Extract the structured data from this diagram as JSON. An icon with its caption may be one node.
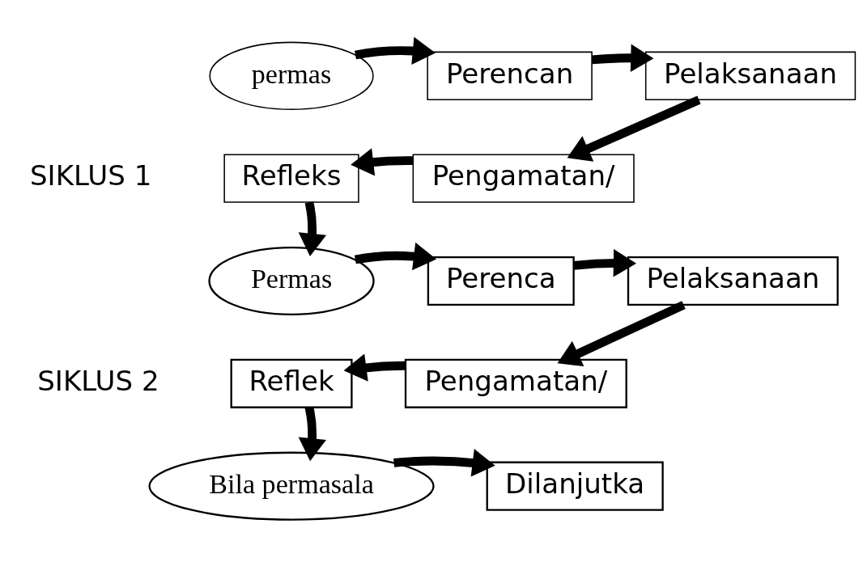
{
  "diagram": {
    "nodes": [
      {
        "text": [
          "permas"
        ]
      },
      {
        "text": [
          "Perencan"
        ]
      },
      {
        "text": [
          "Pelaksanaan"
        ]
      },
      {
        "text": [
          "Pengamatan/"
        ]
      },
      {
        "text": [
          "Refleks"
        ]
      },
      {
        "text": [
          "Permas"
        ]
      },
      {
        "text": [
          "Perenca"
        ]
      },
      {
        "text": [
          "Pelaksanaan"
        ]
      },
      {
        "text": [
          "Pengamatan/"
        ]
      },
      {
        "text": [
          "Reflek"
        ]
      },
      {
        "text": [
          "Bila permasala"
        ]
      },
      {
        "text": [
          "Dilanjutka"
        ]
      }
    ],
    "edges": [
      {
        "from": 0,
        "to": 1,
        "arrow": "to"
      },
      {
        "from": 1,
        "to": 2,
        "arrow": "to"
      },
      {
        "from": 2,
        "to": 3,
        "arrow": "to"
      },
      {
        "from": 3,
        "to": 4,
        "arrow": "to"
      },
      {
        "from": 4,
        "to": 5,
        "arrow": "to"
      },
      {
        "from": 5,
        "to": 6,
        "arrow": "to"
      },
      {
        "from": 6,
        "to": 7,
        "arrow": "to"
      },
      {
        "from": 7,
        "to": 8,
        "arrow": "to"
      },
      {
        "from": 8,
        "to": 9,
        "arrow": "to"
      },
      {
        "from": 9,
        "to": 10,
        "arrow": "to"
      },
      {
        "from": 10,
        "to": 11,
        "arrow": "to"
      }
    ],
    "labels": [
      "SIKLUS 1",
      "SIKLUS 2"
    ]
  }
}
